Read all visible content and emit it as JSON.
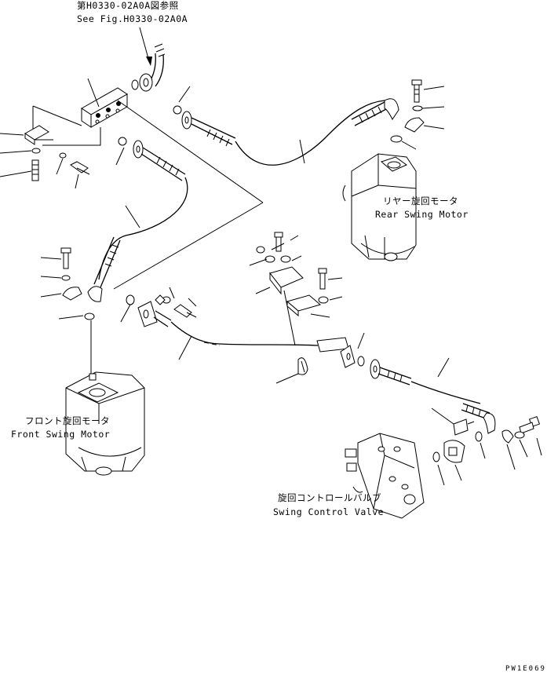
{
  "references": {
    "top_ref_jp": "第H0330-02A0A図参照",
    "top_ref_en": "See Fig.H0330-02A0A"
  },
  "components": {
    "rear_motor_jp": "リヤー旋回モータ",
    "rear_motor_en": "Rear Swing Motor",
    "front_motor_jp": "フロント旋回モータ",
    "front_motor_en": "Front Swing Motor",
    "valve_jp": "旋回コントロールバルブ",
    "valve_en": "Swing Control Valve"
  },
  "drawing_code": "PW1E069"
}
